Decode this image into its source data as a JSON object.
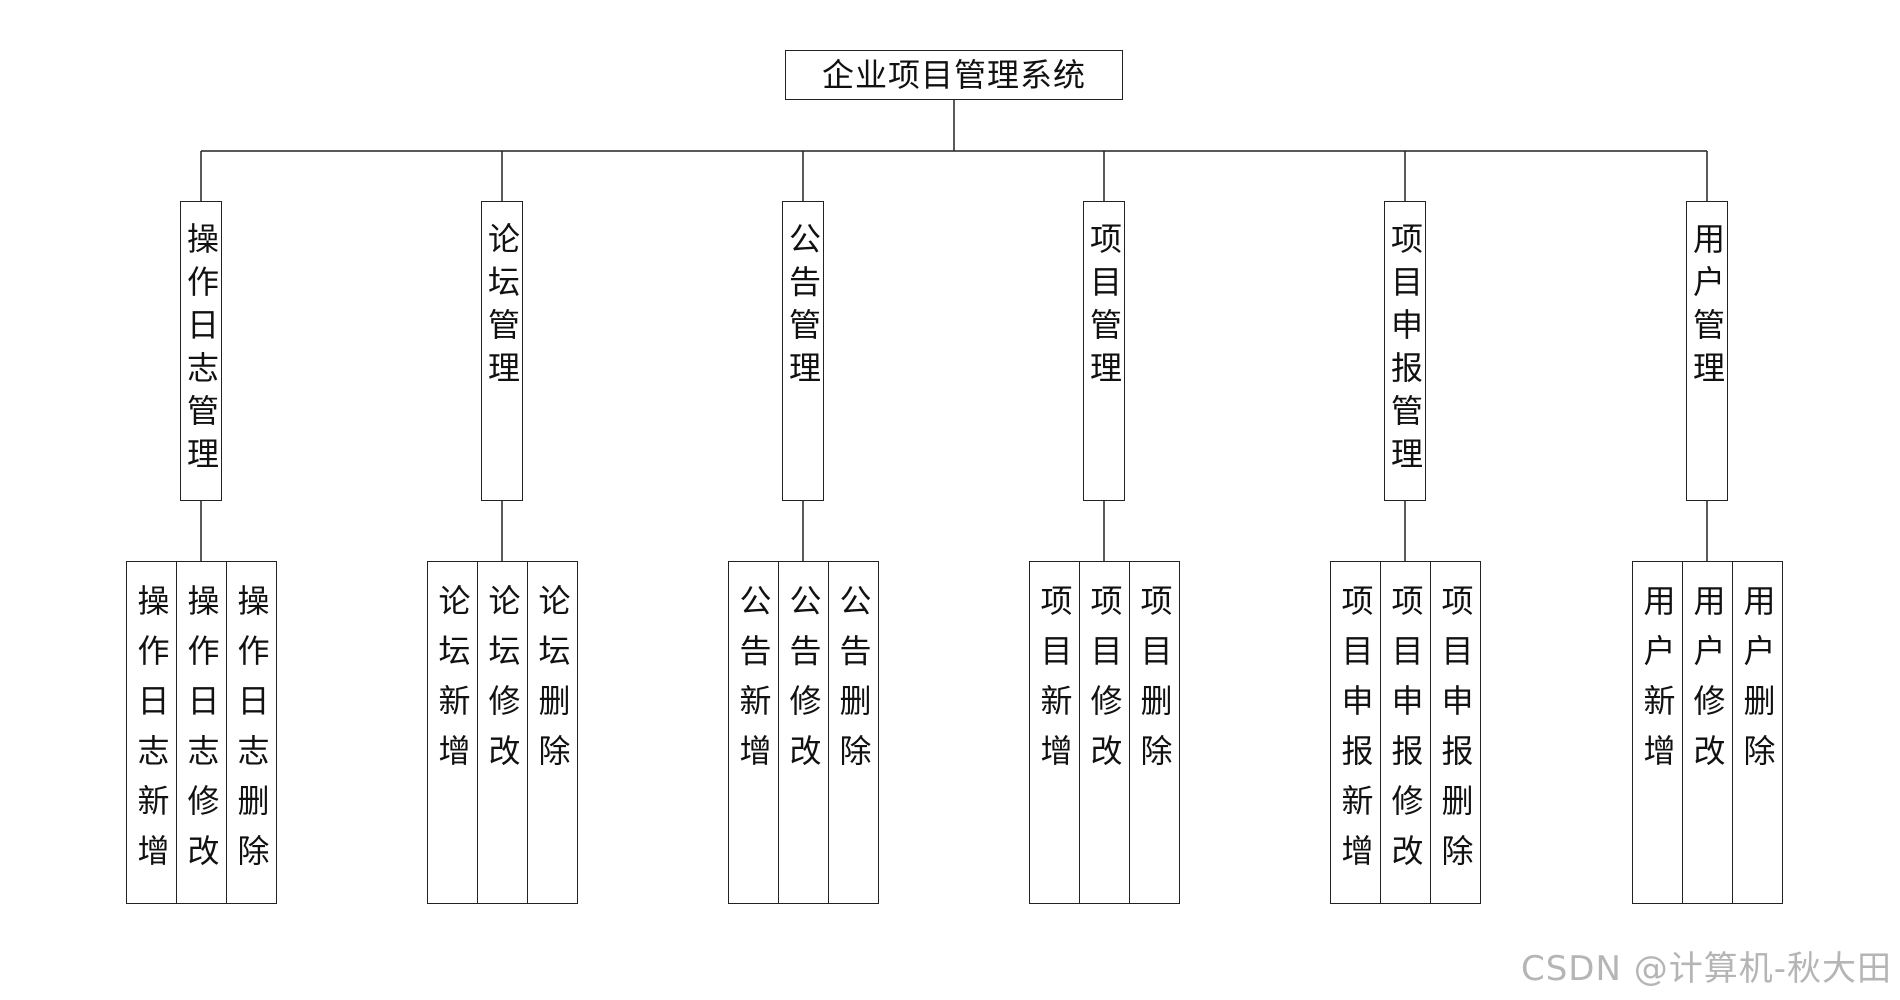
{
  "root": {
    "label": "企业项目管理系统"
  },
  "categories": [
    {
      "label": "操作日志管理",
      "children": [
        "操作日志新增",
        "操作日志修改",
        "操作日志删除"
      ]
    },
    {
      "label": "论坛管理",
      "children": [
        "论坛新增",
        "论坛修改",
        "论坛删除"
      ]
    },
    {
      "label": "公告管理",
      "children": [
        "公告新增",
        "公告修改",
        "公告删除"
      ]
    },
    {
      "label": "项目管理",
      "children": [
        "项目新增",
        "项目修改",
        "项目删除"
      ]
    },
    {
      "label": "项目申报管理",
      "children": [
        "项目申报新增",
        "项目申报修改",
        "项目申报删除"
      ]
    },
    {
      "label": "用户管理",
      "children": [
        "用户新增",
        "用户修改",
        "用户删除"
      ]
    }
  ],
  "watermark": "CSDN @计算机-秋大田"
}
